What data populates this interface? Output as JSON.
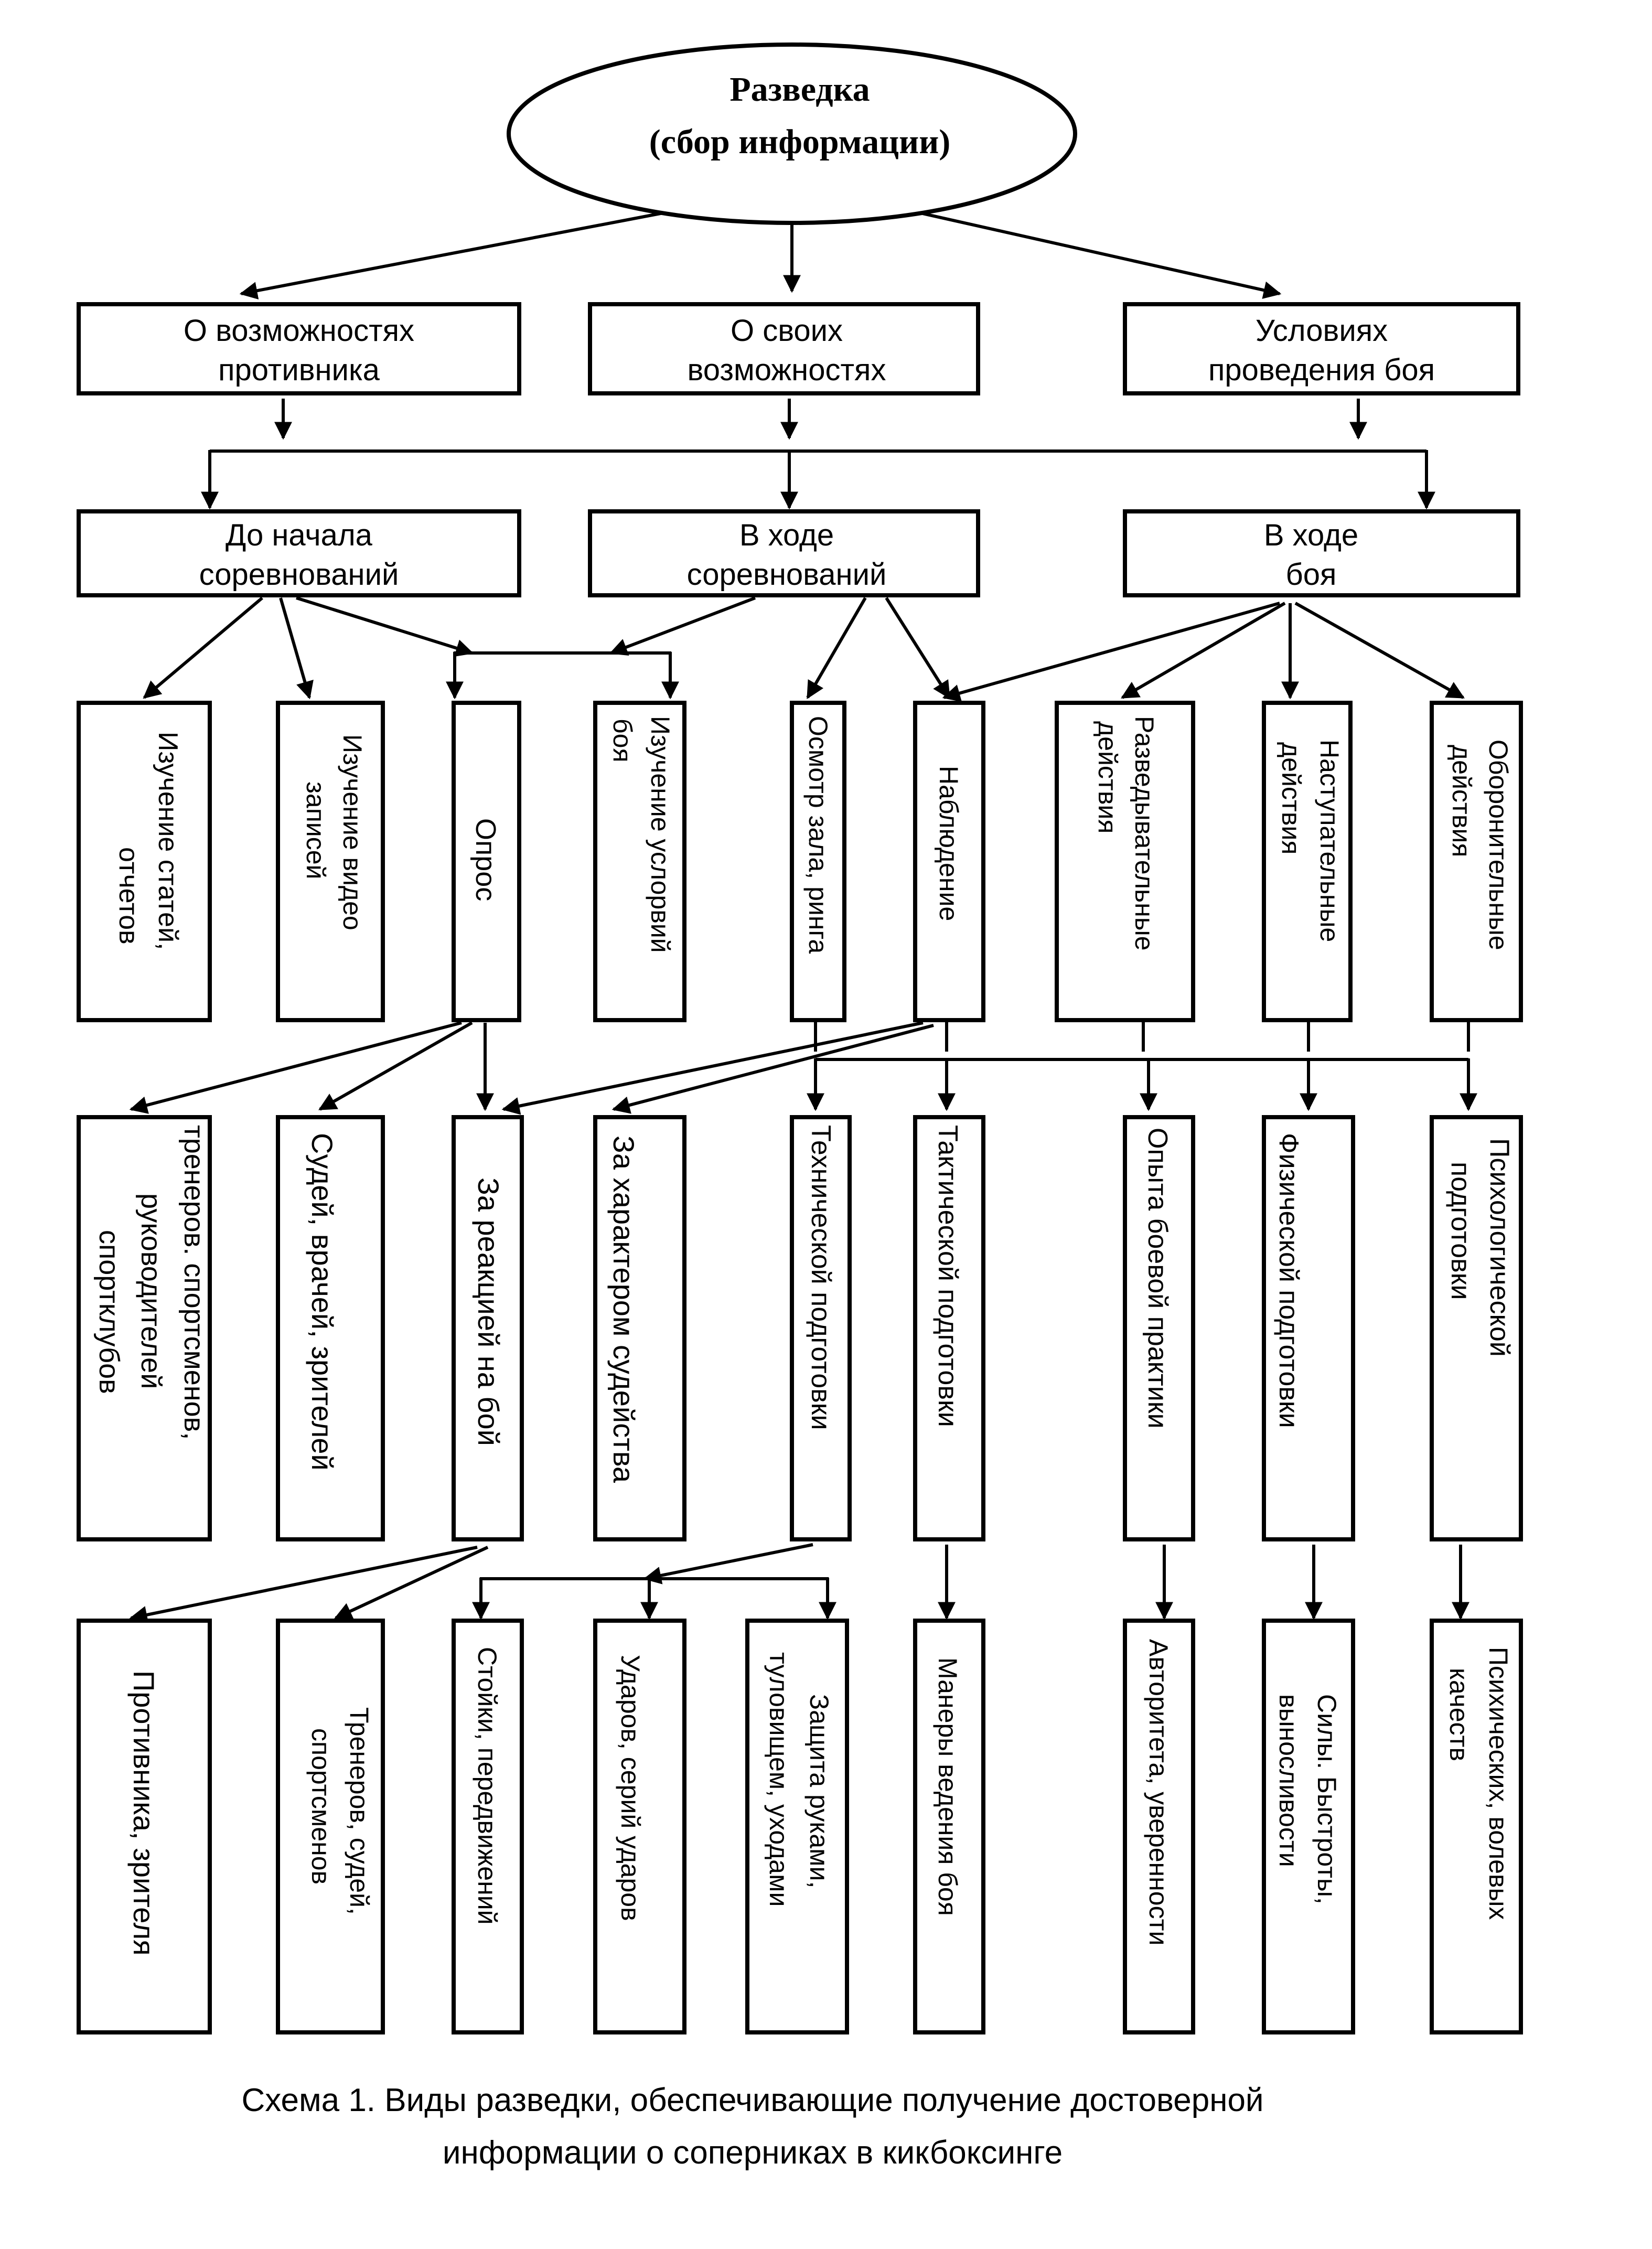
{
  "root": {
    "line1": "Разведка",
    "line2": "(сбор информации)"
  },
  "level1": [
    {
      "line1": "О возможностях",
      "line2": "противника"
    },
    {
      "line1": "О своих",
      "line2": "возможностях"
    },
    {
      "line1": "Условиях",
      "line2": "проведения боя"
    }
  ],
  "level2": [
    {
      "line1": "До начала",
      "line2": "соревнований"
    },
    {
      "line1": "В ходе",
      "line2": "соревнований"
    },
    {
      "line1": "В ходе",
      "line2": "боя"
    }
  ],
  "level3": [
    {
      "line1": "Изучение статей,",
      "line2": "отчетов"
    },
    {
      "line1": "Изучение видео",
      "line2": "записей"
    },
    {
      "line1": "Опрос",
      "line2": ""
    },
    {
      "line1": "Изучение услорвий",
      "line2": "боя"
    },
    {
      "line1": "Осмотр зала, ринга",
      "line2": ""
    },
    {
      "line1": "Наблюдение",
      "line2": ""
    },
    {
      "line1": "Разведывательные",
      "line2": "действия"
    },
    {
      "line1": "Наступательные",
      "line2": "действия"
    },
    {
      "line1": "Оборонительные",
      "line2": "действия"
    }
  ],
  "level4": [
    {
      "line1": "тренеров. спортсменов,",
      "line2": "руководителей",
      "line3": "спортклубов"
    },
    {
      "line1": "Судей, врачей, зрителей",
      "line2": "",
      "line3": ""
    },
    {
      "line1": "За реакцией на бой",
      "line2": "",
      "line3": ""
    },
    {
      "line1": "За характером судейства",
      "line2": "",
      "line3": ""
    },
    {
      "line1": "Технической подготовки",
      "line2": "",
      "line3": ""
    },
    {
      "line1": "Тактической подготовки",
      "line2": "",
      "line3": ""
    },
    {
      "line1": "Опыта боевой практики",
      "line2": "",
      "line3": ""
    },
    {
      "line1": "Физической подготовки",
      "line2": "",
      "line3": ""
    },
    {
      "line1": "Психологической",
      "line2": "подготовки",
      "line3": ""
    }
  ],
  "level5": [
    {
      "line1": "Противника, зрителя",
      "line2": ""
    },
    {
      "line1": "Тренеров, судей,",
      "line2": "спортсменов"
    },
    {
      "line1": "Стойки, передвижений",
      "line2": ""
    },
    {
      "line1": "Ударов, серий ударов",
      "line2": ""
    },
    {
      "line1": "Защита руками,",
      "line2": "туловищем, уходами"
    },
    {
      "line1": "Манеры ведения боя",
      "line2": ""
    },
    {
      "line1": "Авторитета, уверенности",
      "line2": ""
    },
    {
      "line1": "Силы. Быстроты,",
      "line2": "выносливости"
    },
    {
      "line1": "Психических, волевых",
      "line2": "качеств"
    }
  ],
  "caption": {
    "line1": "Схема 1. Виды разведки, обеспечивающие получение достоверной",
    "line2": "информации о соперниках в кикбоксинге"
  }
}
